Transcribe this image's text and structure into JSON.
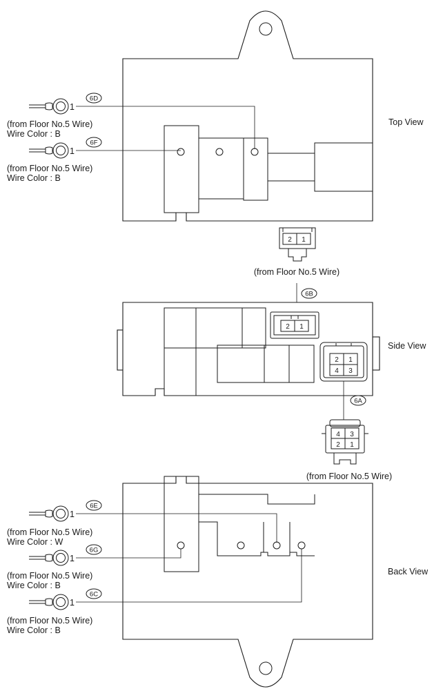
{
  "views": {
    "top": "Top View",
    "side": "Side View",
    "back": "Back View"
  },
  "sources": {
    "from": "(from Floor No.5 Wire)"
  },
  "wire_colors": {
    "b": "Wire Color : B",
    "w": "Wire Color : W"
  },
  "connectors": {
    "c6D": "6D",
    "c6F": "6F",
    "c6B": "6B",
    "c6A": "6A",
    "c6E": "6E",
    "c6G": "6G",
    "c6C": "6C"
  },
  "pins": {
    "p1": "1",
    "p2": "2",
    "p3": "3",
    "p4": "4"
  }
}
